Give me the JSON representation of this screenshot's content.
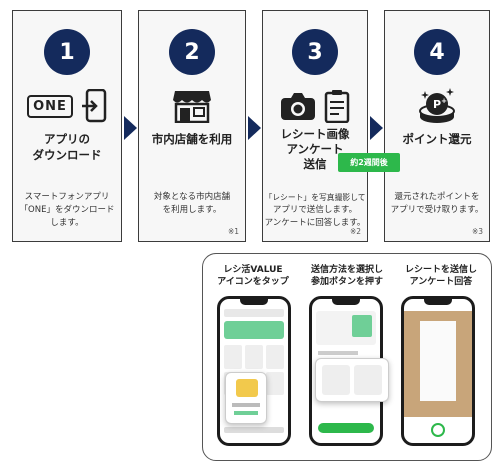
{
  "steps": [
    {
      "number": "1",
      "title_line1": "アプリの",
      "title_line2": "ダウンロード",
      "desc_line1": "スマートフォンアプリ",
      "desc_line2": "「ONE」をダウンロード",
      "desc_line3": "します。",
      "note": "",
      "icon": "one-app-logo-and-download-icon"
    },
    {
      "number": "2",
      "title_line1": "市内店舗を利用",
      "title_line2": "",
      "desc_line1": "対象となる市内店舗",
      "desc_line2": "を利用します。",
      "desc_line3": "",
      "note": "※1",
      "icon": "storefront-icon"
    },
    {
      "number": "3",
      "title_line1": "レシート画像",
      "title_line2": "アンケート",
      "title_line3": "送信",
      "desc_line1": "「レシート」を写真撮影して",
      "desc_line2": "アプリで送信します。",
      "desc_line3": "アンケートに回答します。",
      "note": "※2",
      "icon": "camera-and-receipt-icon"
    },
    {
      "number": "4",
      "title_line1": "ポイント還元",
      "title_line2": "",
      "desc_line1": "還元されたポイントを",
      "desc_line2": "アプリで受け取ります。",
      "desc_line3": "",
      "note": "※3",
      "icon": "point-coin-icon"
    }
  ],
  "one_logo_text": "ONE",
  "badge": "約2週間後",
  "panel": {
    "captions": [
      {
        "line1": "レシ活VALUE",
        "line2": "アイコンをタップ"
      },
      {
        "line1": "送信方法を選択し",
        "line2": "参加ボタンを押す"
      },
      {
        "line1": "レシートを送信し",
        "line2": "アンケート回答"
      }
    ]
  },
  "colors": {
    "navy": "#142a5c",
    "green": "#2db84b",
    "border": "#3c3c3c"
  }
}
